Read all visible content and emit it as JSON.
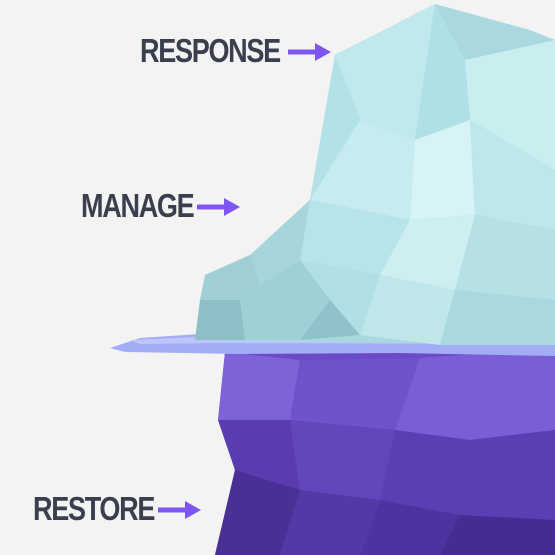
{
  "labels": {
    "response": "RESPONSE",
    "manage": "MANAGE",
    "restore": "RESTORE"
  },
  "colors": {
    "background": "#f3f3f3",
    "text": "#3a3f4e",
    "arrow": "#7f55f2",
    "ice_light": "#cdeef0",
    "ice_mid": "#a7d5da",
    "ice_shadow": "#86b8c0",
    "water": "#9ba6f2",
    "underwater_light": "#7b5ad2",
    "underwater_dark": "#4b2f92"
  },
  "icons": {
    "arrow": "arrow-right-icon",
    "iceberg": "iceberg-illustration"
  }
}
